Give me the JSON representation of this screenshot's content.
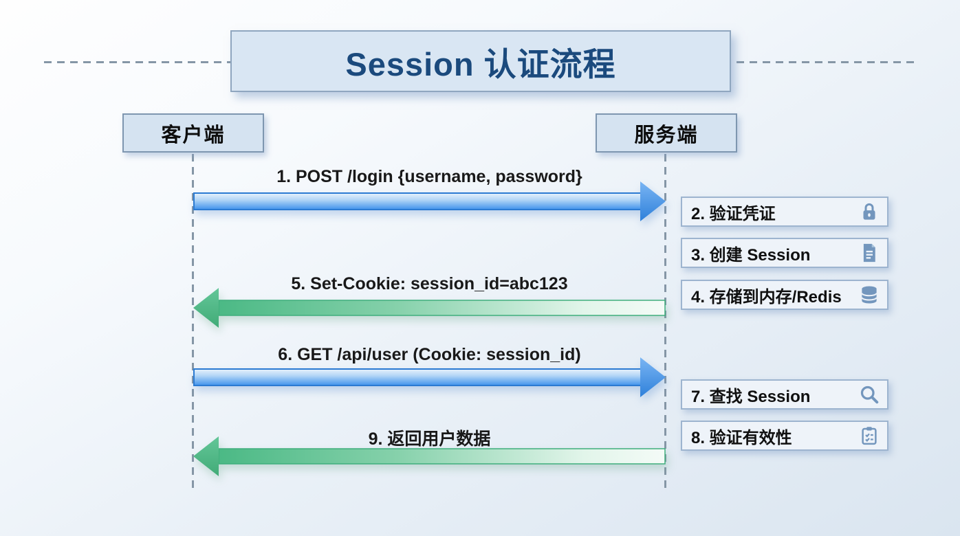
{
  "title": "Session 认证流程",
  "actors": {
    "client": "客户端",
    "server": "服务端"
  },
  "messages": [
    {
      "label": "1. POST /login {username, password}",
      "direction": "right",
      "color": "blue",
      "icon": "blue-arrow-right-icon"
    },
    {
      "label": "5. Set-Cookie: session_id=abc123",
      "direction": "left",
      "color": "green",
      "icon": "green-arrow-left-icon"
    },
    {
      "label": "6. GET /api/user (Cookie: session_id)",
      "direction": "right",
      "color": "blue",
      "icon": "blue-arrow-right-icon"
    },
    {
      "label": "9. 返回用户数据",
      "direction": "left",
      "color": "green",
      "icon": "green-arrow-left-icon"
    }
  ],
  "server_steps": [
    {
      "label": "2. 验证凭证",
      "icon": "lock-icon"
    },
    {
      "label": "3. 创建 Session",
      "icon": "document-icon"
    },
    {
      "label": "4. 存储到内存/Redis",
      "icon": "database-icon"
    },
    {
      "label": "7. 查找 Session",
      "icon": "search-icon"
    },
    {
      "label": "8. 验证有效性",
      "icon": "checklist-icon"
    }
  ],
  "colors": {
    "arrow_blue": "#3c8de8",
    "arrow_green": "#4bb985",
    "title_text": "#1b4a7d",
    "icon_blue": "#7396bd",
    "box_bg": "#eef3f9",
    "box_border": "#9db4cf",
    "dash_line": "#8596a6"
  }
}
